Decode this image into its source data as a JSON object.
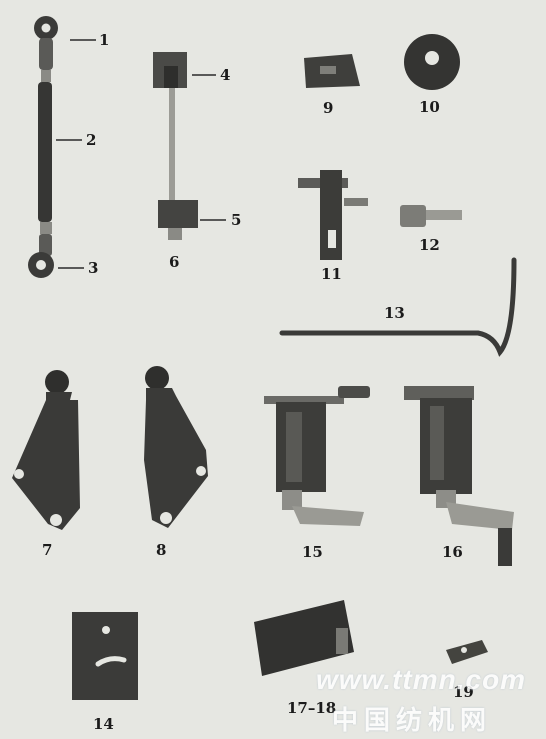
{
  "labels": {
    "p1": "1",
    "p2": "2",
    "p3": "3",
    "p4": "4",
    "p5": "5",
    "p6": "6",
    "p7": "7",
    "p8": "8",
    "p9": "9",
    "p10": "10",
    "p11": "11",
    "p12": "12",
    "p13": "13",
    "p14": "14",
    "p15": "15",
    "p16": "16",
    "p17_18": "17–18",
    "p19": "19"
  },
  "watermark": {
    "url": "www.ttmn.com",
    "cn": "中国纺机网"
  },
  "colors": {
    "background": "#e6e7e2",
    "metal_dark": "#3a3a38",
    "metal_mid": "#6b6b67",
    "metal_light": "#b9b9b3"
  }
}
